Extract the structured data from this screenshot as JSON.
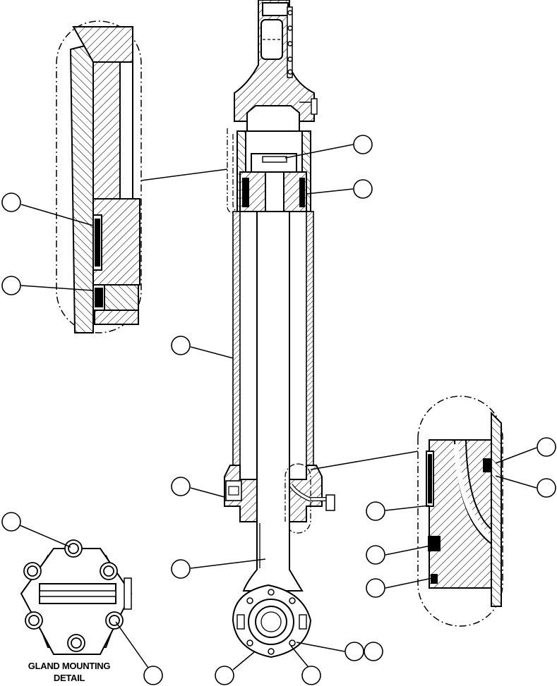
{
  "figure": {
    "caption_line1": "GLAND MOUNTING",
    "caption_line2": "DETAIL"
  },
  "callouts": [
    {
      "id": "piston-upper-top",
      "label": ""
    },
    {
      "id": "piston-upper-bottom",
      "label": ""
    },
    {
      "id": "detail-a-seal",
      "label": ""
    },
    {
      "id": "detail-a-wear-ring",
      "label": ""
    },
    {
      "id": "tube",
      "label": ""
    },
    {
      "id": "gland",
      "label": ""
    },
    {
      "id": "gland-mounting-bolt",
      "label": ""
    },
    {
      "id": "rod",
      "label": ""
    },
    {
      "id": "detail-b-top-1",
      "label": ""
    },
    {
      "id": "detail-b-top-2",
      "label": ""
    },
    {
      "id": "detail-b-mid",
      "label": ""
    },
    {
      "id": "detail-b-lower",
      "label": ""
    },
    {
      "id": "detail-b-bottom",
      "label": ""
    },
    {
      "id": "rod-eye-left",
      "label": ""
    },
    {
      "id": "rod-eye-bottom",
      "label": ""
    },
    {
      "id": "rod-eye-right-1",
      "label": ""
    },
    {
      "id": "rod-eye-right-2",
      "label": ""
    },
    {
      "id": "gland-detail-bolt-top",
      "label": ""
    },
    {
      "id": "gland-detail-bolt-bottom",
      "label": ""
    }
  ]
}
